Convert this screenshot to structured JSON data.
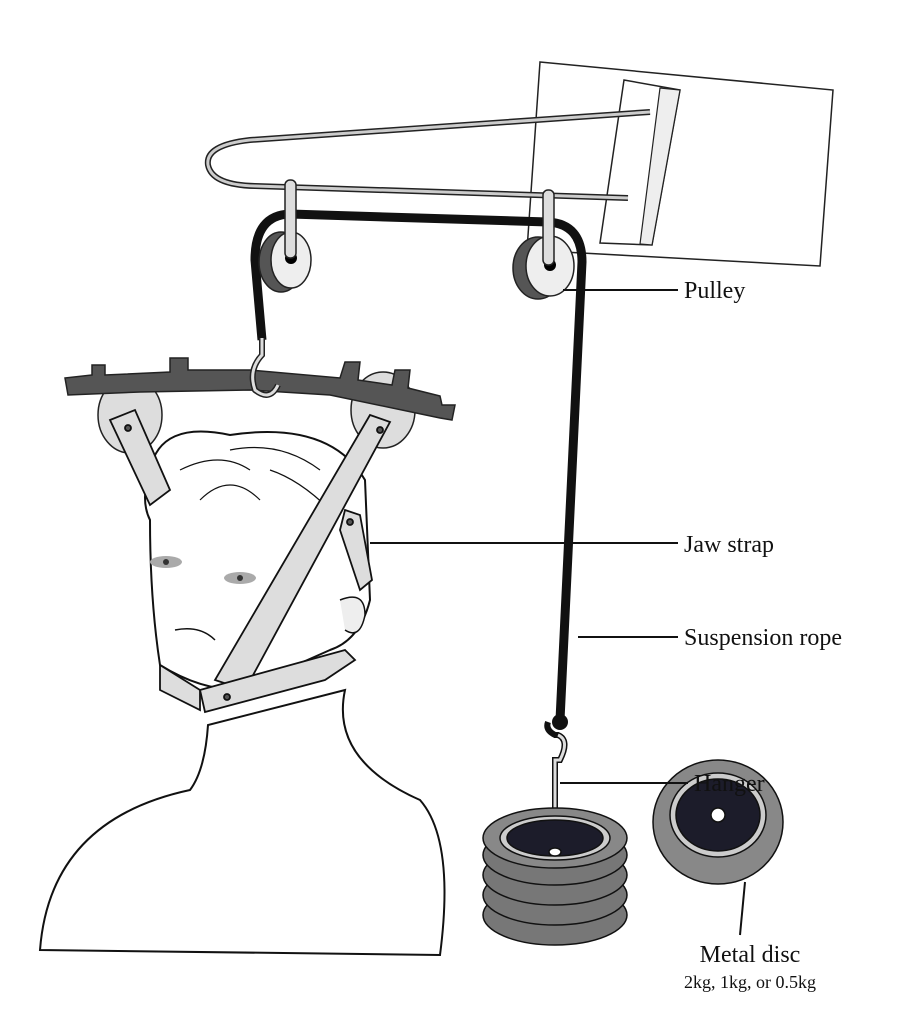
{
  "labels": {
    "pulley": "Pulley",
    "jaw_strap": "Jaw strap",
    "suspension_rope": "Suspension rope",
    "hanger": "Hanger",
    "metal_disc": "Metal disc",
    "metal_disc_weights": "2kg, 1kg, or 0.5kg"
  },
  "colors": {
    "rope": "#111111",
    "bar": "#555555",
    "strap": "#d8d8d8",
    "disc": "#777777",
    "disc_inner": "#1c1c2a"
  }
}
